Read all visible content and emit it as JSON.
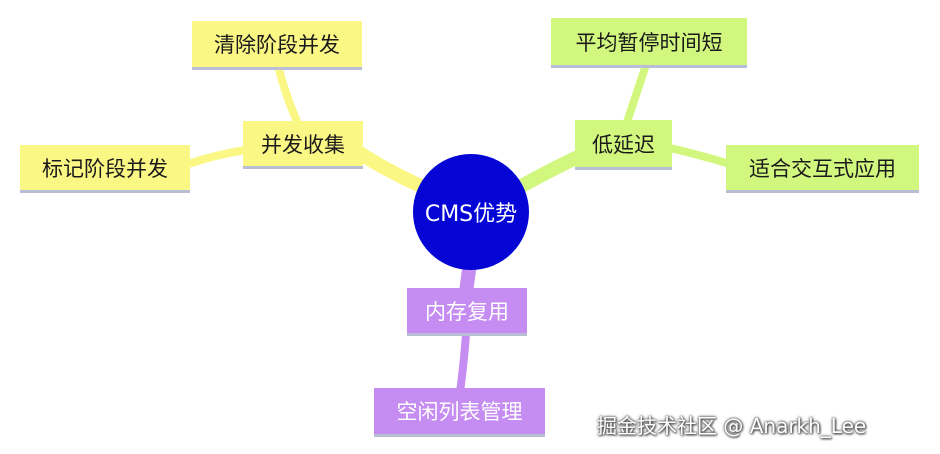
{
  "center": {
    "label": "CMS优势"
  },
  "branches": {
    "concurrent_collection": {
      "label": "并发收集",
      "children": [
        "清除阶段并发",
        "标记阶段并发"
      ]
    },
    "low_latency": {
      "label": "低延迟",
      "children": [
        "平均暂停时间短",
        "适合交互式应用"
      ]
    },
    "memory_reuse": {
      "label": "内存复用",
      "children": [
        "空闲列表管理"
      ]
    }
  },
  "colors": {
    "center": "#0505d6",
    "yellow_branch": "#fbf785",
    "green_branch": "#d2f77f",
    "purple_branch": "#c58cf2"
  },
  "watermark": "掘金技术社区 @ Anarkh_Lee"
}
